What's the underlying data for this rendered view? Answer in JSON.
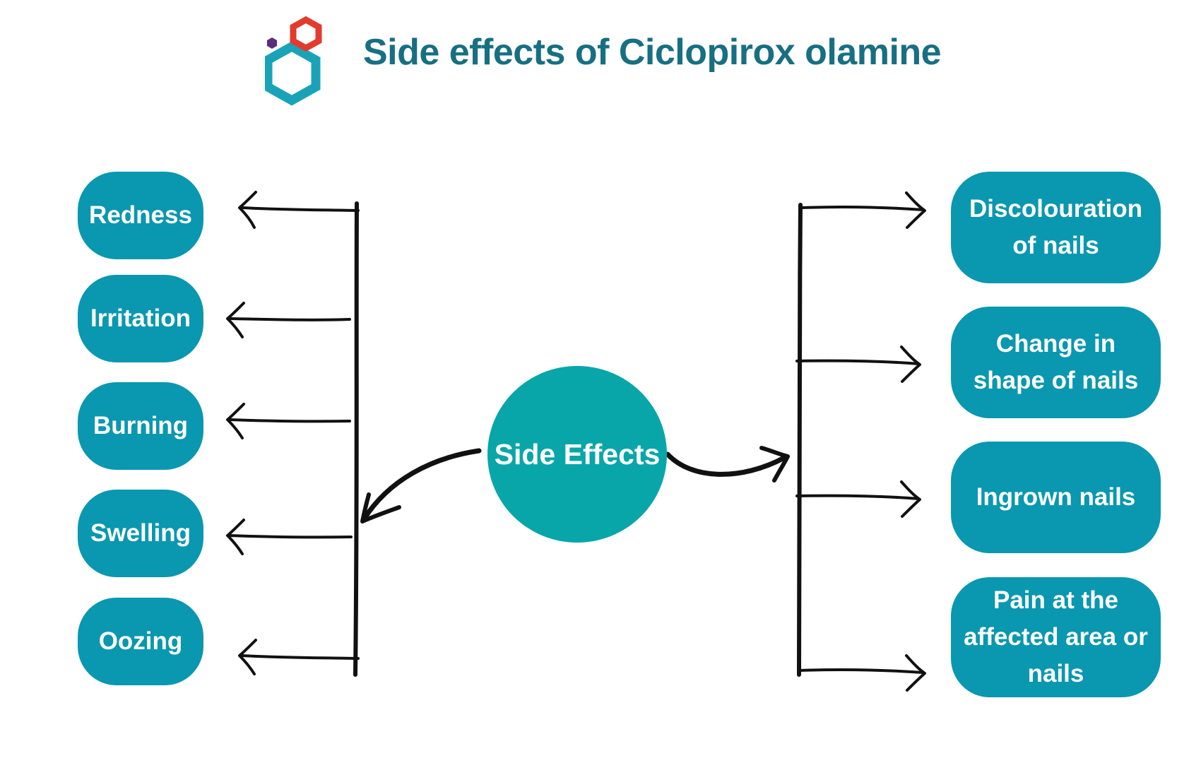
{
  "header": {
    "logo_icon": "hexagon-molecule-logo-icon",
    "title": "Side effects of Ciclopirox olamine"
  },
  "center_node": {
    "label": "Side Effects"
  },
  "left_effects": [
    {
      "label": "Redness"
    },
    {
      "label": "Irritation"
    },
    {
      "label": "Burning"
    },
    {
      "label": "Swelling"
    },
    {
      "label": "Oozing"
    }
  ],
  "right_effects": [
    {
      "label": "Discolouration of nails"
    },
    {
      "label": "Change in shape of nails"
    },
    {
      "label": "Ingrown nails"
    },
    {
      "label": "Pain at the affected area or nails"
    }
  ],
  "colors": {
    "title": "#176f82",
    "box": "#0a97b0",
    "center": "#08a6a9",
    "logo_teal": "#1aa3b8",
    "logo_red": "#e23b2e",
    "logo_purple": "#5b2d7a"
  }
}
